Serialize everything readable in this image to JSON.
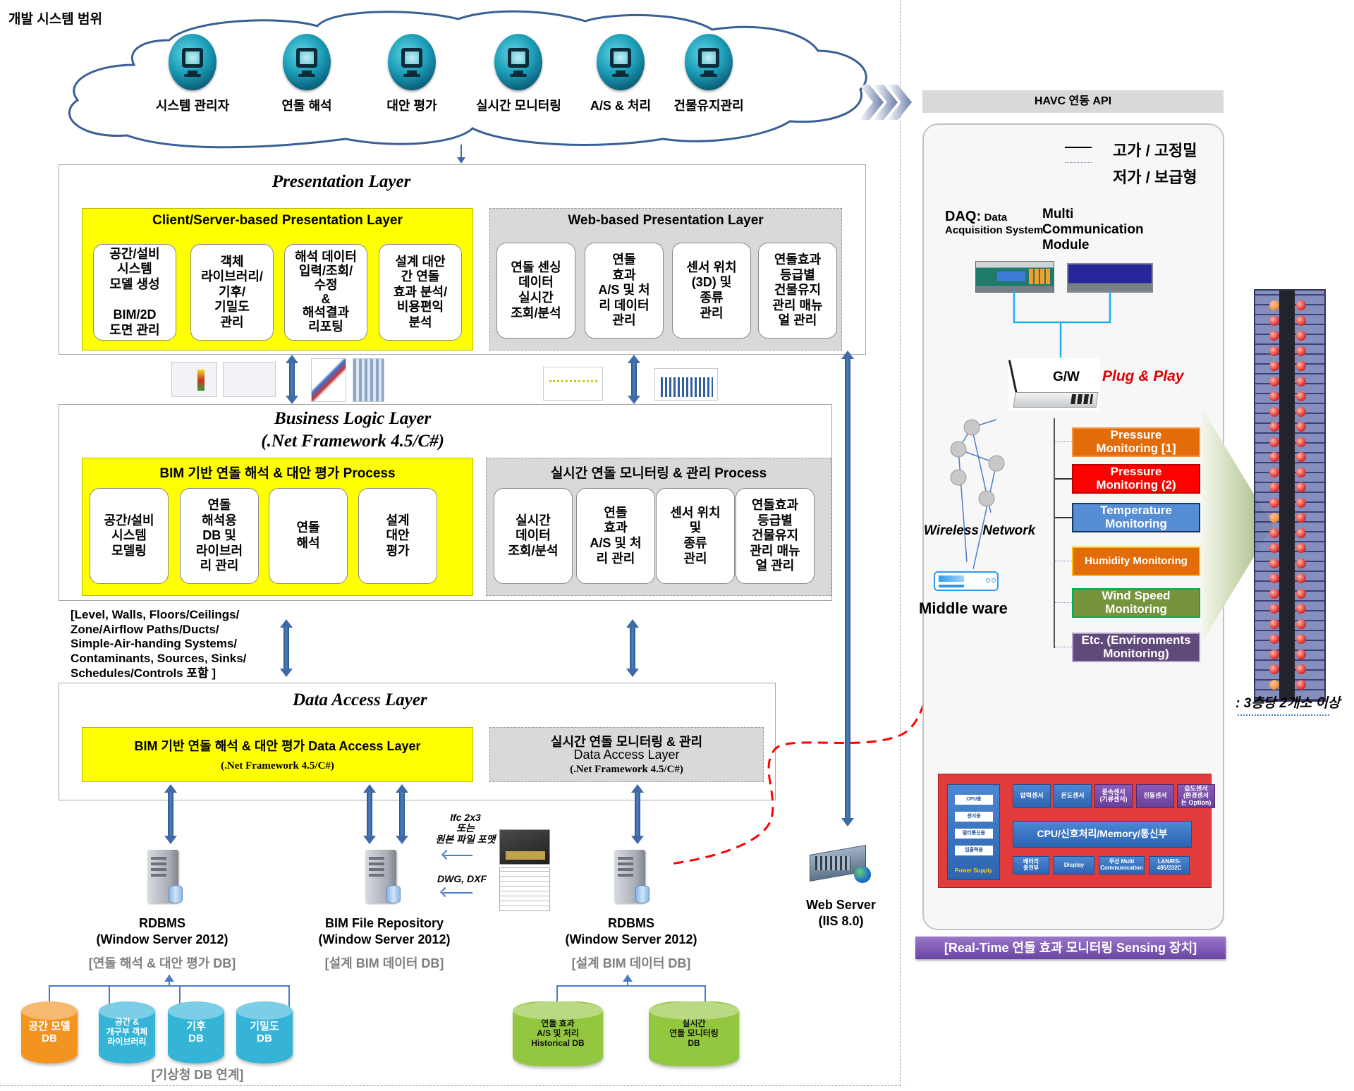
{
  "scope_title": "개발 시스템 범위",
  "actors": [
    {
      "label": "시스템 관리자",
      "icon": "monitor-icon"
    },
    {
      "label": "연돌 해석",
      "icon": "monitor-icon"
    },
    {
      "label": "대안 평가",
      "icon": "monitor-icon"
    },
    {
      "label": "실시간 모니터링",
      "icon": "monitor-icon"
    },
    {
      "label": "A/S & 처리",
      "icon": "monitor-icon"
    },
    {
      "label": "건물유지관리",
      "icon": "monitor-icon"
    }
  ],
  "presentation": {
    "title": "Presentation Layer",
    "client_server": {
      "title": "Client/Server-based Presentation Layer",
      "cards": [
        "공간/설비\n시스템\n모델 생성\n\nBIM/2D\n도면 관리",
        "객체\n라이브러리/\n기후/\n기밀도\n관리",
        "해석 데이터\n입력/조회/\n수정\n&\n해석결과\n리포팅",
        "설계 대안\n간 연돌\n효과 분석/\n비용편익\n분석"
      ]
    },
    "web": {
      "title": "Web-based Presentation Layer",
      "cards": [
        "연돌 센싱\n데이터\n실시간\n조회/분석",
        "연돌\n효과\nA/S 및 처\n리 데이터\n관리",
        "센서 위치\n(3D) 및\n종류\n관리",
        "연돌효과\n등급별\n건물유지\n관리 매뉴\n얼 관리"
      ]
    }
  },
  "business": {
    "title": "Business Logic Layer",
    "subtitle": "(.Net Framework 4.5/C#)",
    "bim_process": {
      "title": "BIM 기반 연돌 해석 & 대안 평가 Process",
      "cards": [
        "공간/설비\n시스템\n모델링",
        "연돌\n해석용\nDB 및\n라이브러\n리 관리",
        "연돌\n해석",
        "설계\n대안\n평가"
      ]
    },
    "realtime_process": {
      "title": "실시간 연돌 모니터링 & 관리 Process",
      "cards": [
        "실시간\n데이터\n조회/분석",
        "연돌\n효과\nA/S 및 처\n리 관리",
        "센서 위치\n및\n종류\n관리",
        "연돌효과\n등급별\n건물유지\n관리 매뉴\n얼 관리"
      ]
    }
  },
  "bim_elements_note": "[Level, Walls, Floors/Ceilings/\nZone/Airflow Paths/Ducts/\nSimple-Air-handing Systems/\nContaminants, Sources, Sinks/\nSchedules/Controls 포함 ]",
  "data_access": {
    "title": "Data Access Layer",
    "bim": {
      "title": "BIM 기반 연돌 해석 & 대안 평가  Data Access Layer",
      "subtitle": "(.Net Framework 4.5/C#)"
    },
    "realtime": {
      "title": "실시간 연돌 모니터링 & 관리",
      "title2": "Data Access Layer",
      "subtitle": "(.Net Framework 4.5/C#)"
    }
  },
  "servers": [
    {
      "label": "RDBMS\n(Window Server 2012)",
      "db": "[연돌 해석 & 대안 평가 DB]"
    },
    {
      "label": "BIM File Repository\n(Window Server 2012)",
      "db": "[설계 BIM 데이터 DB]"
    },
    {
      "label": "RDBMS\n(Window Server 2012)",
      "db": "[설계 BIM 데이터 DB]"
    },
    {
      "label": "Web Server\n(IIS 8.0)",
      "db": ""
    }
  ],
  "file_inputs": {
    "ifc_label": "Ifc 2x3\n또는\n원본 파일 포맷",
    "dwg_label": "DWG, DXF"
  },
  "analysis_dbs": {
    "items": [
      {
        "label": "공간 모델\nDB",
        "color": "#f39421"
      },
      {
        "label": "공간 &\n개구부 객체\n라이브러리",
        "color": "#35b4d8"
      },
      {
        "label": "기후\nDB",
        "color": "#35b4d8"
      },
      {
        "label": "기밀도\nDB",
        "color": "#35b4d8"
      }
    ],
    "caption": "[기상청 DB 연계]"
  },
  "monitoring_dbs": [
    {
      "label": "연돌 효과\nA/S 및 처리\nHistorical DB",
      "color": "#94c740"
    },
    {
      "label": "실시간\n연돌 모니터링\nDB",
      "color": "#94c740"
    }
  ],
  "sensing": {
    "api_bar": "HAVC 연동 API",
    "legend": [
      {
        "label": "고가 / 고정밀",
        "style": "solid"
      },
      {
        "label": "저가 / 보급형",
        "style": "dotted"
      }
    ],
    "daq_title": "DAQ:",
    "daq_sub": "Data\nAcquisition System",
    "mcm": "Multi\nCommunication\nModule",
    "gw": "G/W",
    "plug_play": "Plug & Play",
    "wireless": "Wireless Network",
    "middleware": "Middle ware",
    "sensors": [
      {
        "label": "Pressure\nMonitoring [1]",
        "bg": "#e36c0a",
        "border": "#f79646"
      },
      {
        "label": "Pressure\nMonitoring (2)",
        "bg": "#ff0000",
        "border": "#c00000"
      },
      {
        "label": "Temperature\nMonitoring",
        "bg": "#558ed5",
        "border": "#17375e"
      },
      {
        "label": "Humidity Monitoring",
        "bg": "#e36c0a",
        "border": "#ffc000"
      },
      {
        "label": "Wind Speed\nMonitoring",
        "bg": "#77933c",
        "border": "#00b050"
      },
      {
        "label": "Etc. (Environments\nMonitoring)",
        "bg": "#604a7b",
        "border": "#b3a2c7"
      }
    ],
    "hardware": {
      "power_items": [
        "CPU용",
        "센서용",
        "멀티통신용",
        "입출력용"
      ],
      "power_label": "Power Supply",
      "top_sensors": [
        "압력센서",
        "온도센서",
        "풍속센서\n(기류센서)",
        "진동센서",
        "습도센서\n(환경센서\n는 Option)"
      ],
      "cpu": "CPU/신호처리/Memory/통신부",
      "bottom": [
        "배터리\n충전부",
        "Display",
        "무선 Multi\nCommunication",
        "LAN/RS-\n485/232C"
      ]
    },
    "device_caption": "[Real-Time 연돌 효과 모니터링 Sensing 장치]",
    "building_note": ": 3층당 2개소 이상"
  }
}
